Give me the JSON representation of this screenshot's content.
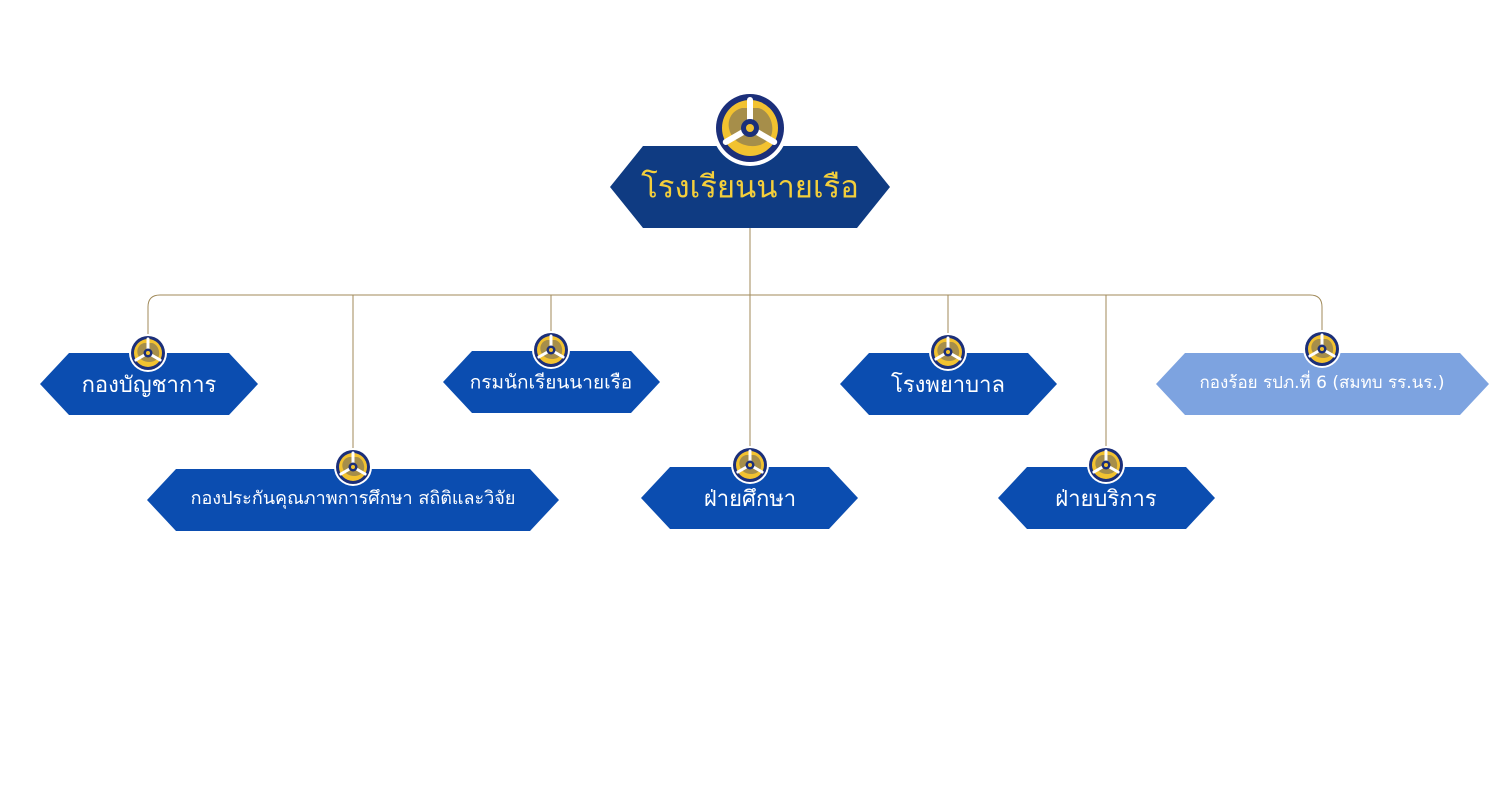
{
  "org_chart": {
    "root": {
      "label": "โรงเรียนนายเรือ",
      "fill": "#0f3b82",
      "text_color": "#f4cf3b"
    },
    "units": [
      {
        "id": "unit-1",
        "label": "กองบัญชาการ",
        "fill": "#0b4db0",
        "text_color": "#ffffff"
      },
      {
        "id": "unit-2",
        "label": "กองประกันคุณภาพการศึกษา สถิติและวิจัย",
        "fill": "#0b4db0",
        "text_color": "#ffffff"
      },
      {
        "id": "unit-3",
        "label": "กรมนักเรียนนายเรือ",
        "fill": "#0b4db0",
        "text_color": "#ffffff"
      },
      {
        "id": "unit-4",
        "label": "ฝ่ายศึกษา",
        "fill": "#0b4db0",
        "text_color": "#ffffff"
      },
      {
        "id": "unit-5",
        "label": "โรงพยาบาล",
        "fill": "#0b4db0",
        "text_color": "#ffffff"
      },
      {
        "id": "unit-6",
        "label": "ฝ่ายบริการ",
        "fill": "#0b4db0",
        "text_color": "#ffffff"
      },
      {
        "id": "unit-7",
        "label": "กองร้อย รปภ.ที่ 6 (สมทบ รร.นร.)",
        "fill": "#7da3e0",
        "text_color": "#ffffff"
      }
    ],
    "colors": {
      "connector": "#a08a5a",
      "emblem_navy": "#1b2f7a",
      "emblem_gold": "#f2c230"
    }
  }
}
